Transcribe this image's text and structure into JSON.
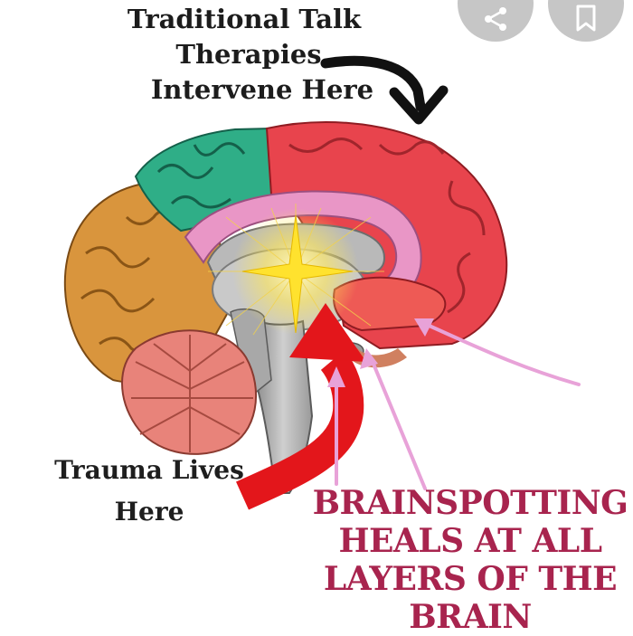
{
  "labels": {
    "traditional_line1": "Traditional Talk",
    "traditional_line2": "Therapies",
    "traditional_line3": "Intervene Here",
    "trauma_line1": "Trauma Lives",
    "trauma_line2": "Here",
    "brainspotting_line1": "BRAINSPOTTING",
    "brainspotting_line2": "HEALS AT ALL",
    "brainspotting_line3": "LAYERS OF THE",
    "brainspotting_line4": "BRAIN"
  },
  "icons": {
    "share": "share-icon",
    "bookmark": "bookmark-icon"
  },
  "colors": {
    "frontal_lobe": "#e8444d",
    "parietal_lobe": "#2fae87",
    "occipital_lobe": "#d9953d",
    "cerebellum": "#e8837a",
    "cingulate": "#e996c6",
    "arrow_red": "#e3161b",
    "arrow_pink": "#e8a2d8",
    "label_pink": "#a8244e"
  }
}
